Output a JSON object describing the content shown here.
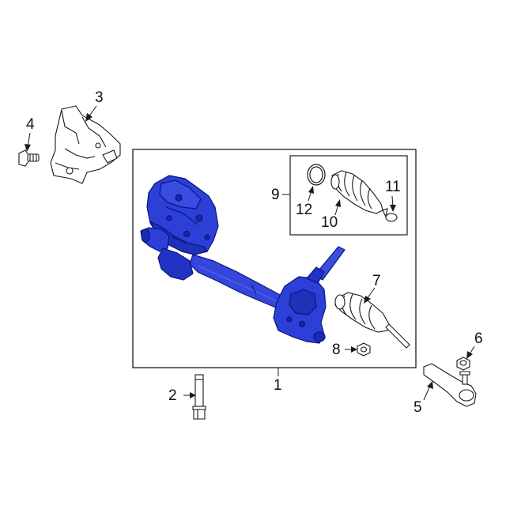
{
  "callouts": [
    {
      "id": "1",
      "label": "1"
    },
    {
      "id": "2",
      "label": "2"
    },
    {
      "id": "3",
      "label": "3"
    },
    {
      "id": "4",
      "label": "4"
    },
    {
      "id": "5",
      "label": "5"
    },
    {
      "id": "6",
      "label": "6"
    },
    {
      "id": "7",
      "label": "7"
    },
    {
      "id": "8",
      "label": "8"
    },
    {
      "id": "9",
      "label": "9"
    },
    {
      "id": "10",
      "label": "10"
    },
    {
      "id": "11",
      "label": "11"
    },
    {
      "id": "12",
      "label": "12"
    }
  ],
  "colors": {
    "highlight": "#2c3fd6",
    "highlight_dark": "#1626a8",
    "line": "#1a1a1a",
    "background": "#ffffff"
  }
}
